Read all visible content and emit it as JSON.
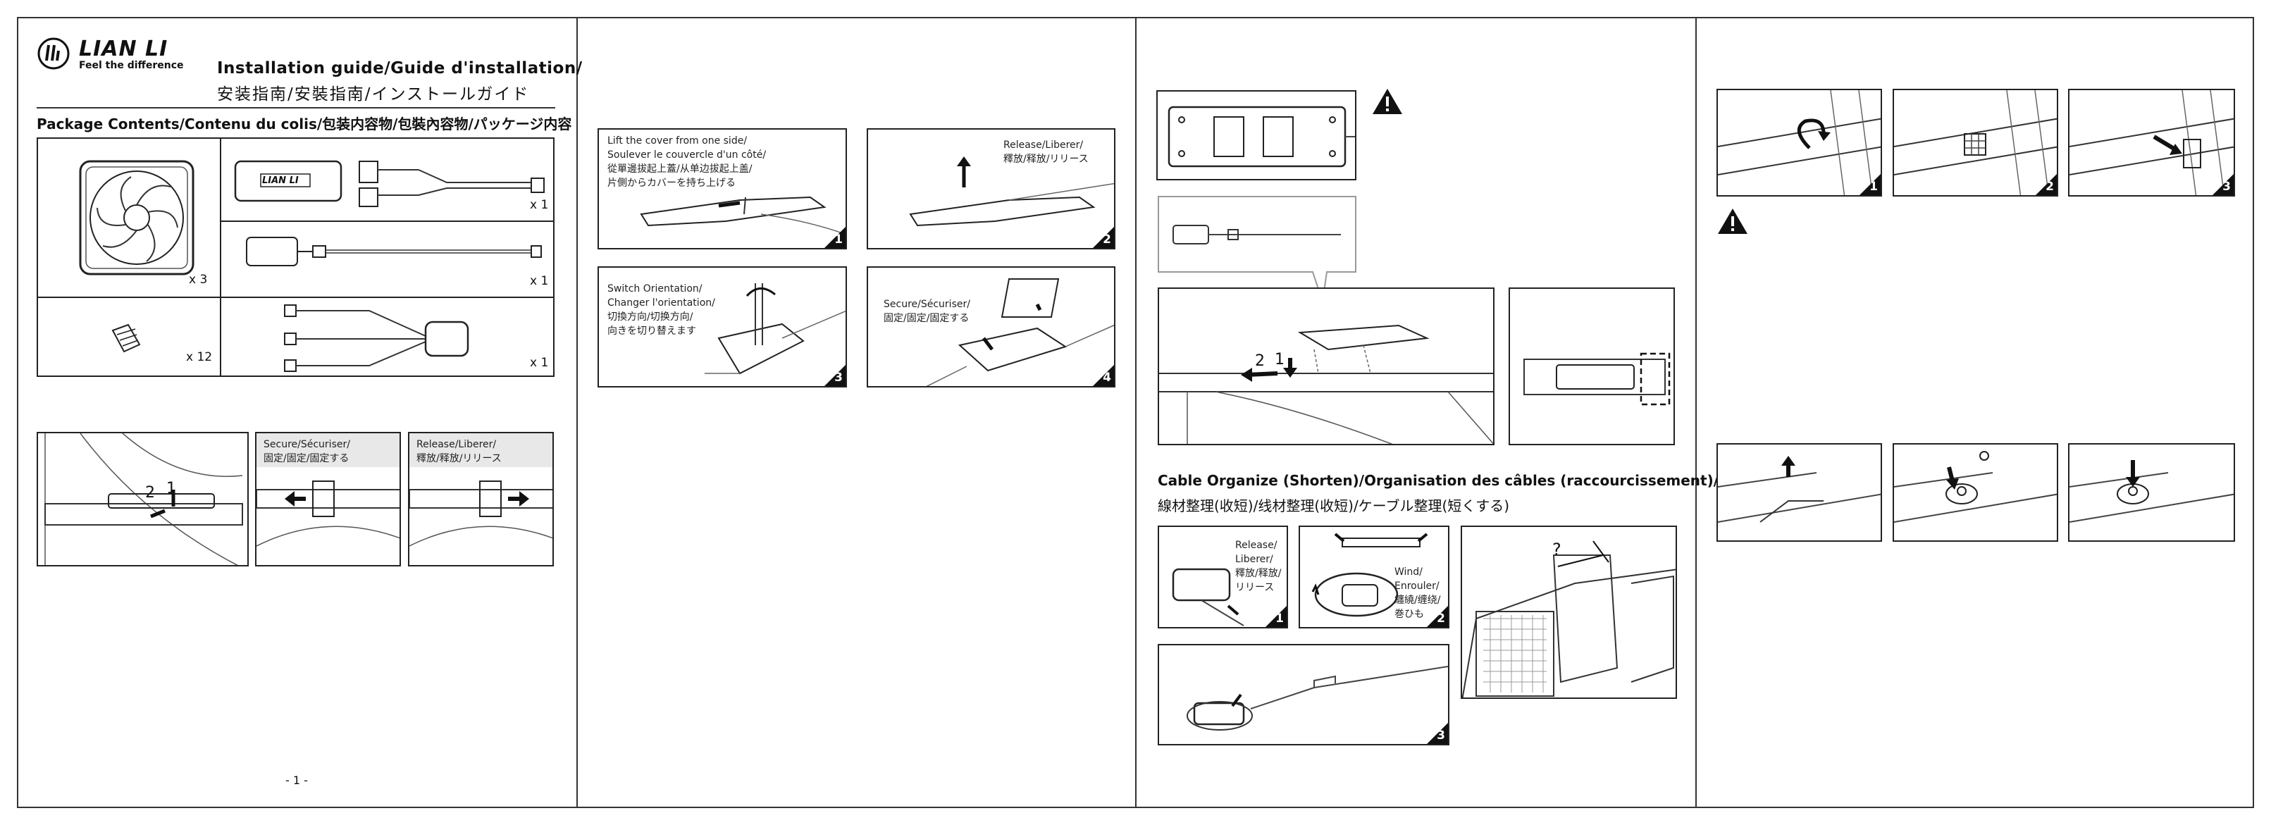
{
  "brand": {
    "name": "LIAN LI",
    "tagline": "Feel the difference"
  },
  "header": {
    "title_line1": "Installation guide/Guide d'installation/",
    "title_line2": "安装指南/安裝指南/インストールガイド"
  },
  "package": {
    "heading": "Package Contents/Contenu du colis/包装内容物/包裝內容物/パッケージ内容",
    "quantities": {
      "fan": "x 3",
      "controller": "x 1",
      "cable": "x 1",
      "screw": "x 12",
      "splitter": "x 1"
    },
    "controller_logo": "LIAN LI"
  },
  "panel1_steps": {
    "callout_2": "2",
    "callout_1": "1",
    "secure": "Secure/Sécuriser/\n固定/固定/固定する",
    "release": "Release/Liberer/\n釋放/释放/リリース"
  },
  "panel2_steps": [
    {
      "text": "Lift the cover from one side/\nSoulever le couvercle d'un côté/\n從單邊拔起上蓋/从单边拔起上盖/\n片側からカバーを持ち上げる",
      "num": "1"
    },
    {
      "text": "Release/Liberer/\n釋放/释放/リリース",
      "num": "2"
    },
    {
      "text": "Switch Orientation/\nChanger l'orientation/\n切換方向/切换方向/\n向きを切り替えます",
      "num": "3"
    },
    {
      "text": "Secure/Sécuriser/\n固定/固定/固定する",
      "num": "4"
    }
  ],
  "panel3": {
    "callout_2": "2",
    "callout_1": "1",
    "cable_heading_line1": "Cable Organize (Shorten)/Organisation des câbles (raccourcissement)/",
    "cable_heading_line2": "線材整理(收短)/线材整理(收短)/ケーブル整理(短くする)",
    "release": "Release/\nLiberer/\n釋放/释放/\nリリース",
    "wind": "Wind/\nEnrouler/\n纏繞/缠绕/\n巻ひも",
    "question": "?",
    "nums": [
      "1",
      "2",
      "3"
    ]
  },
  "panel4": {
    "nums": [
      "1",
      "2",
      "3"
    ]
  },
  "page_number": "- 1 -"
}
